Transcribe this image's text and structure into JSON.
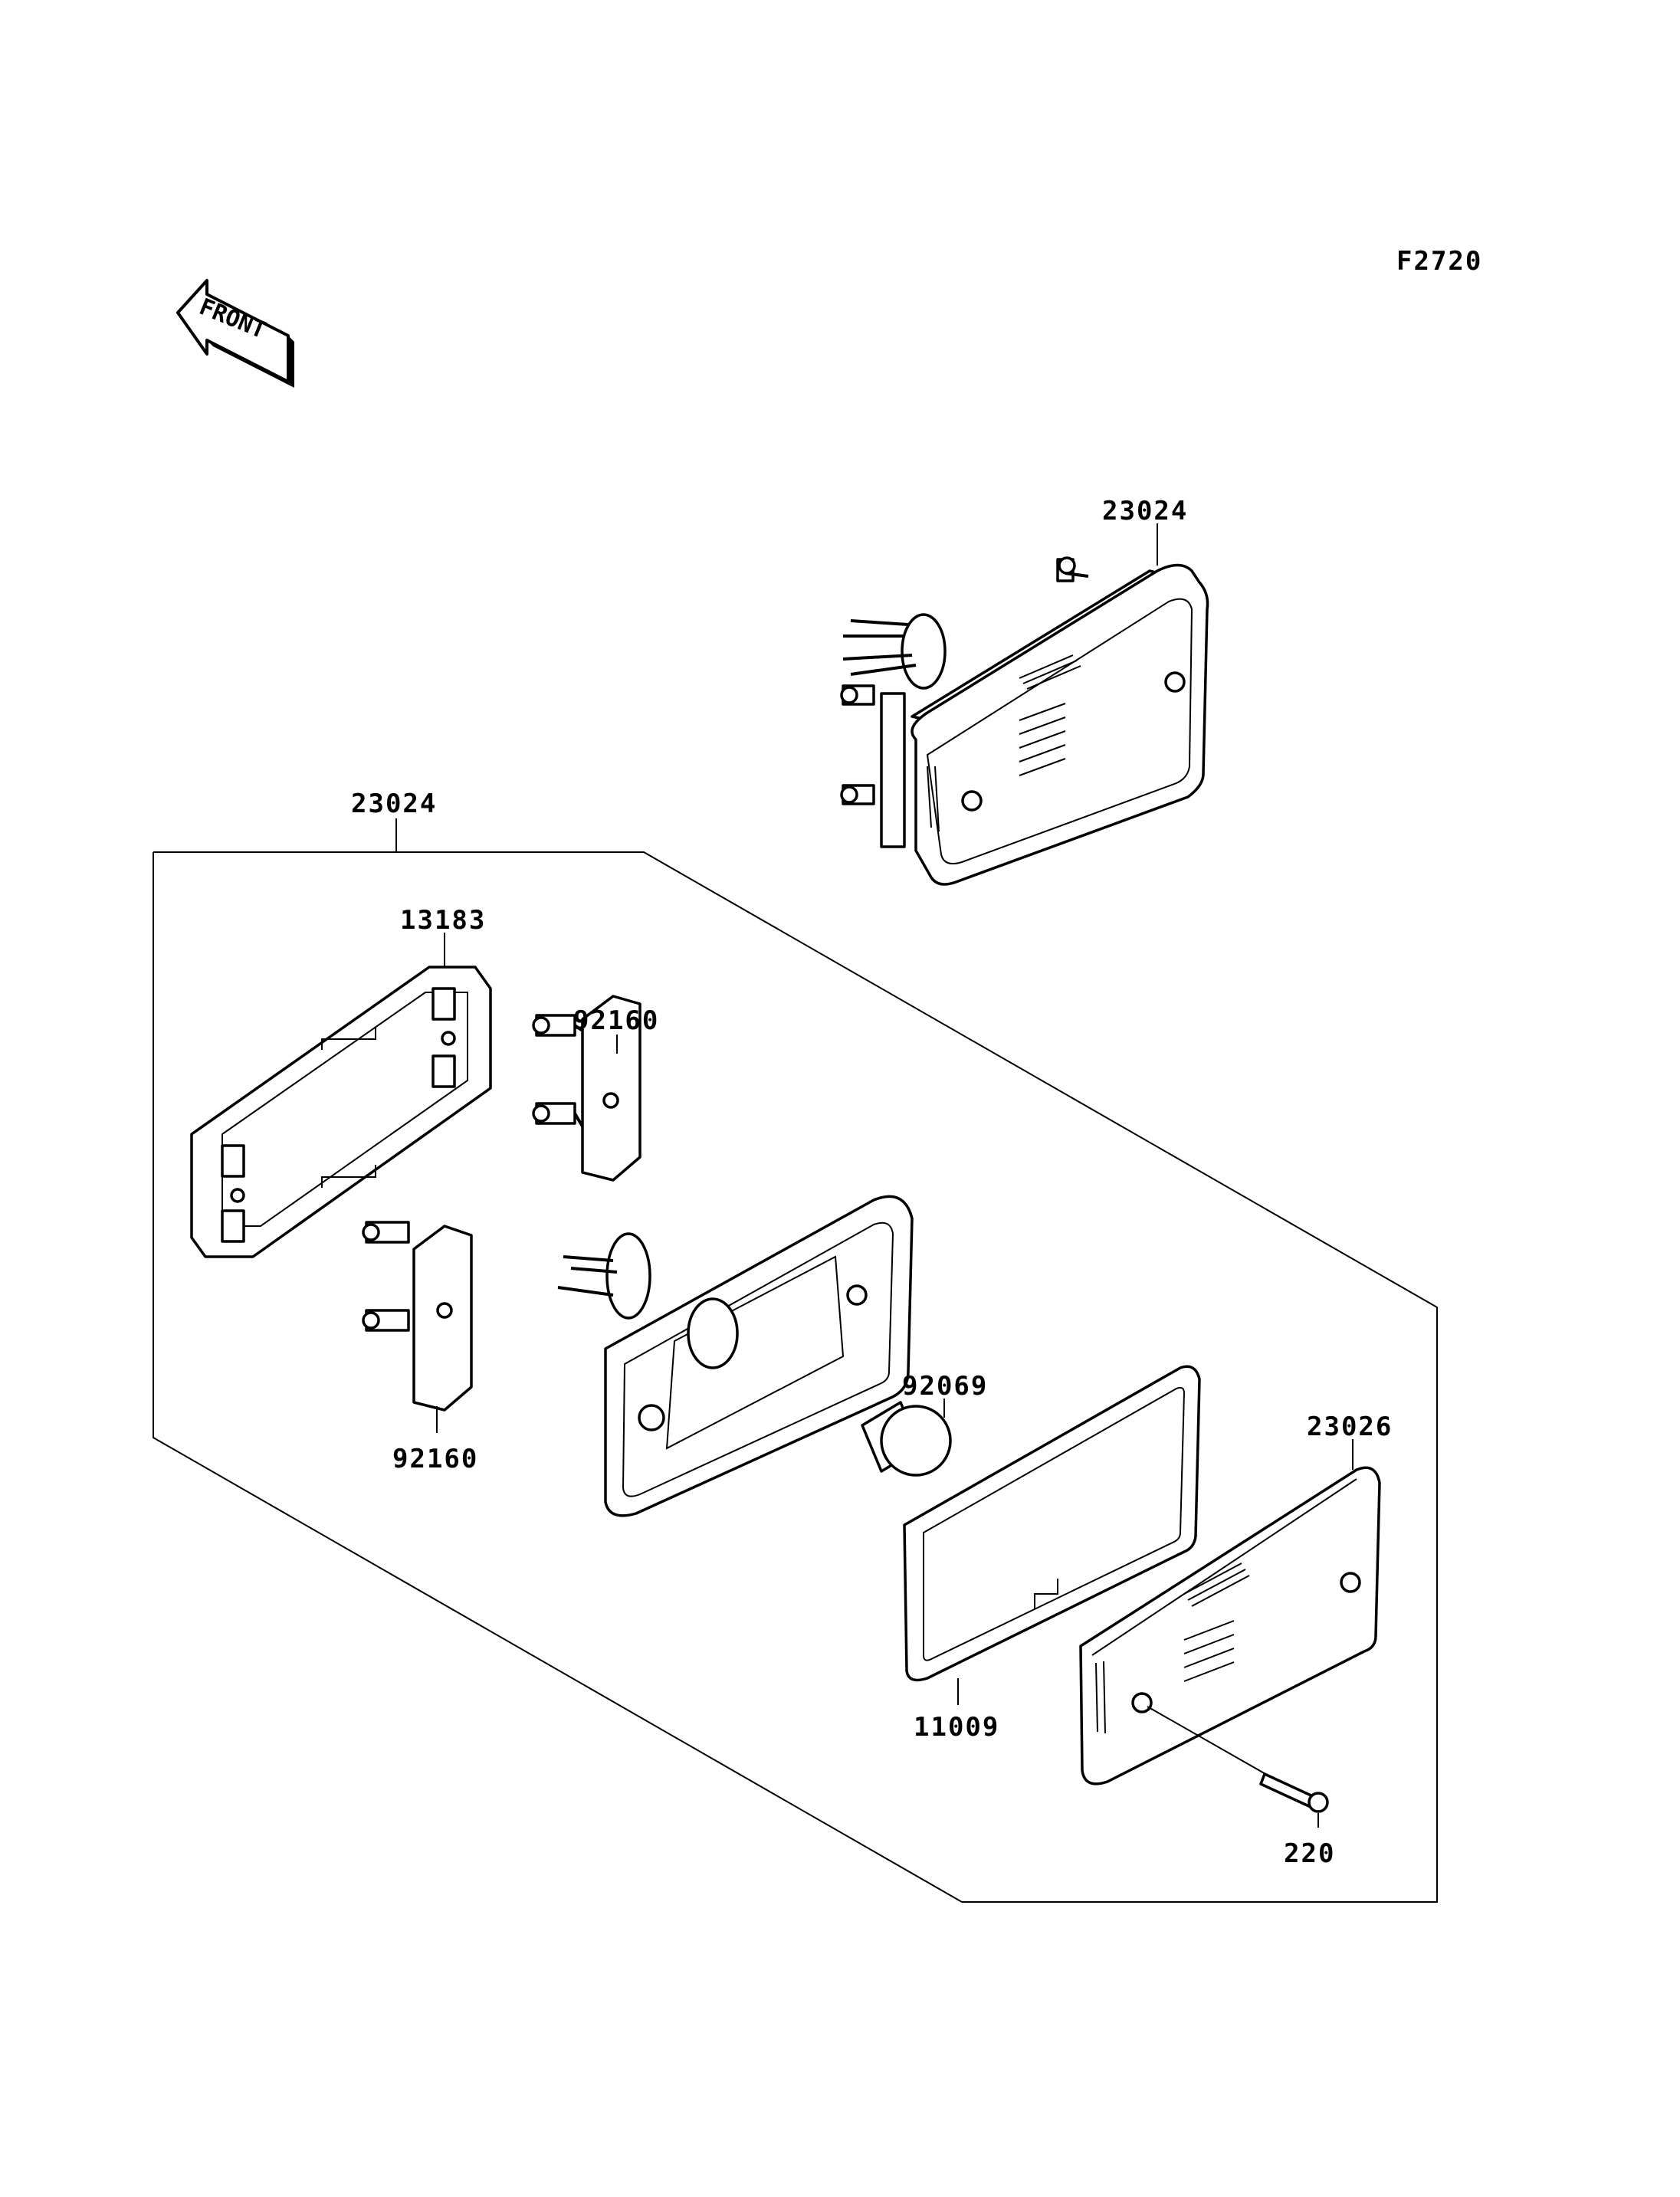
{
  "figure_code": "F2720",
  "front_arrow": {
    "text": "FRONT"
  },
  "part_labels": {
    "assembly_top": "23024",
    "assembly_group": "23024",
    "bracket": "13183",
    "socket_upper": "92160",
    "socket_lower": "92160",
    "bulb": "92069",
    "gasket": "11009",
    "lens": "23026",
    "screw": "220"
  },
  "icons": [
    "front-arrow-icon",
    "lamp-assembly-icon",
    "bracket-icon",
    "socket-icon",
    "housing-icon",
    "bulb-icon",
    "gasket-icon",
    "lens-icon",
    "screw-icon"
  ]
}
